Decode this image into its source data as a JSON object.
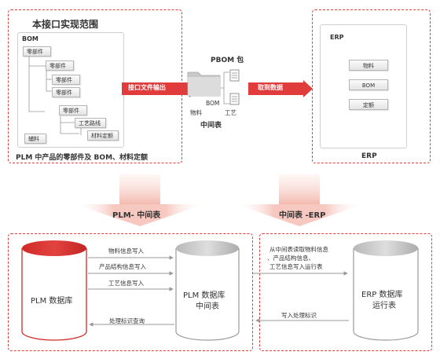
{
  "plm_box": {
    "title": "本接口实现范围",
    "bom_label": "BOM",
    "items": [
      "零部件",
      "零部件",
      "零部件",
      "零部件",
      "零部件",
      "工艺路线",
      "材料定额",
      "辅料"
    ],
    "caption": "PLM 中产品的零部件及 BOM、材料定额"
  },
  "arrow_out_label": "接口文件输出",
  "arrow_get_label": "取到数据",
  "pbom": {
    "title": "PBOM 包",
    "material": "物料",
    "bom": "BOM",
    "process": "工艺",
    "middle_table": "中间表"
  },
  "erp_box": {
    "title": "ERP",
    "items": [
      "物料",
      "BOM",
      "定额"
    ],
    "caption": "ERP"
  },
  "transfer": {
    "left": "PLM- 中间表",
    "right": "中间表 -ERP"
  },
  "bottom_left": {
    "db_left": "PLM 数据库",
    "db_mid_line1": "PLM 数据库",
    "db_mid_line2": "中间表",
    "arrows": [
      "物料信息写入",
      "产品结构信息写入",
      "工艺信息写入",
      "处理标识查询"
    ]
  },
  "bottom_right": {
    "read_text_line1": "从中间表读取物料信息",
    "read_text_line2": "、产品结构信息、",
    "read_text_line3": "工艺信息写入运行表",
    "write_text": "写入处理标识",
    "db_line1": "ERP 数据库",
    "db_line2": "运行表"
  },
  "colors": {
    "accent_red": "#e03c3c",
    "arrow_red_dark": "#d9302c",
    "soft_pink": "#f6c8c0"
  }
}
